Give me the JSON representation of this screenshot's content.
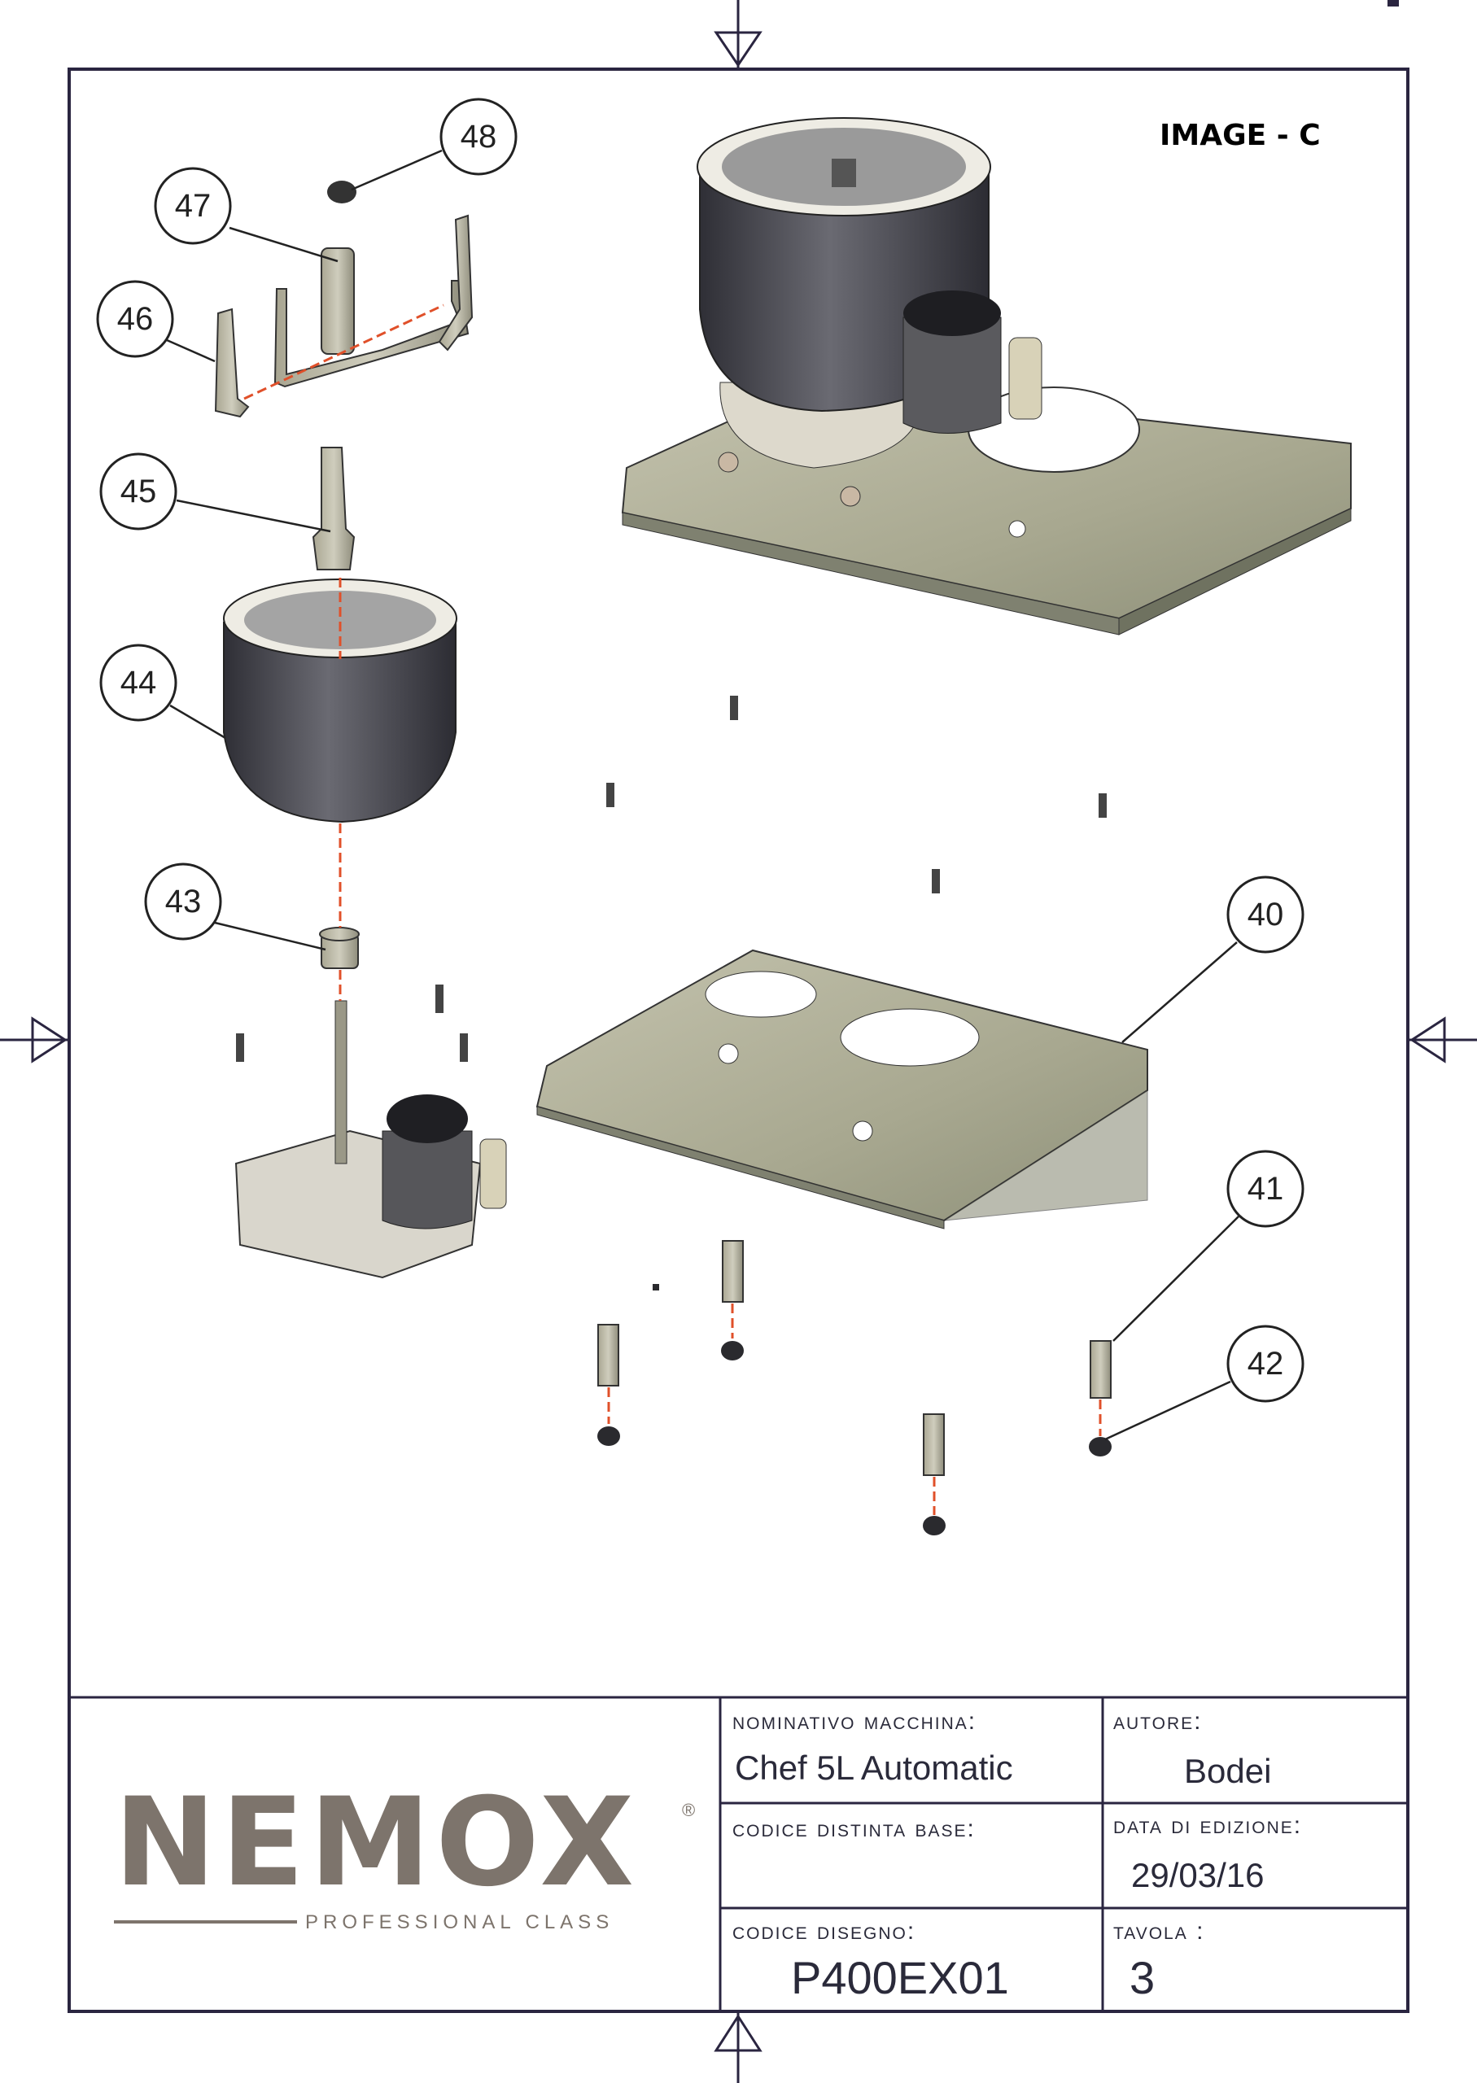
{
  "drawing": {
    "image_title": "IMAGE - C",
    "balloons": [
      "48",
      "47",
      "46",
      "45",
      "44",
      "43",
      "40",
      "41",
      "42"
    ]
  },
  "logo": {
    "brand": "NEMOX",
    "registered": "®",
    "tagline": "PROFESSIONAL CLASS"
  },
  "title_block": {
    "machine_label": "Nominativo macchina:",
    "machine_value": "Chef 5L Automatic",
    "author_label": "Autore:",
    "author_value": "Bodei",
    "bom_label": "Codice distinta base:",
    "bom_value": "",
    "date_label": "Data di edizione:",
    "date_value": "29/03/16",
    "drawing_code_label": "Codice disegno:",
    "drawing_code_value": "P400EX01",
    "sheet_label": "Tavola :",
    "sheet_value": "3"
  },
  "colors": {
    "frame": "#2a2540",
    "leader": "#222222",
    "centerline": "#e0502a",
    "logo": "#7d746c",
    "metal": "#b9b6a4",
    "bowl": "#4a4a52"
  }
}
